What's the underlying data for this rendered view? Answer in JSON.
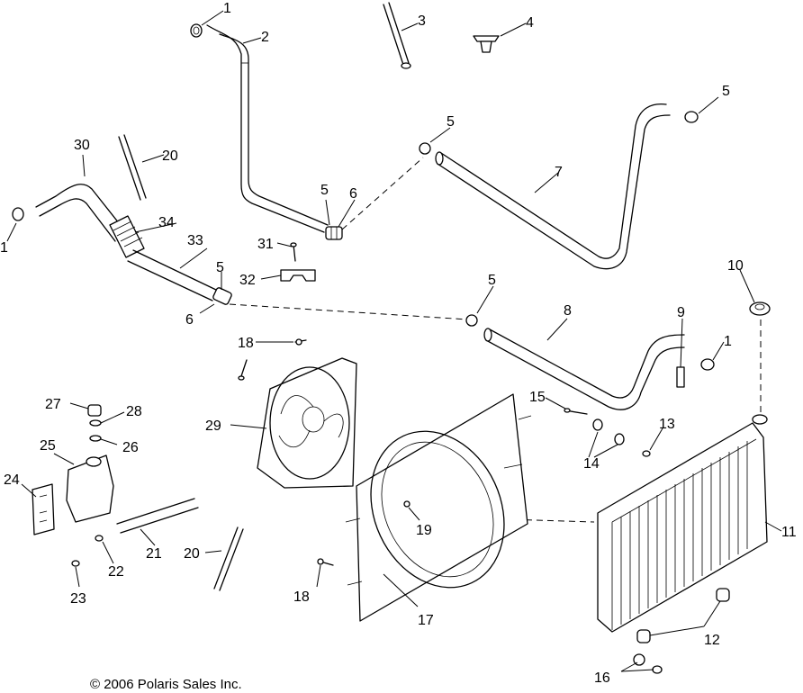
{
  "callouts": [
    {
      "id": "c1a",
      "text": "1"
    },
    {
      "id": "c1b",
      "text": "1"
    },
    {
      "id": "c1c",
      "text": "1"
    },
    {
      "id": "c2",
      "text": "2"
    },
    {
      "id": "c3",
      "text": "3"
    },
    {
      "id": "c4",
      "text": "4"
    },
    {
      "id": "c5a",
      "text": "5"
    },
    {
      "id": "c5b",
      "text": "5"
    },
    {
      "id": "c5c",
      "text": "5"
    },
    {
      "id": "c5d",
      "text": "5"
    },
    {
      "id": "c5e",
      "text": "5"
    },
    {
      "id": "c6a",
      "text": "6"
    },
    {
      "id": "c6b",
      "text": "6"
    },
    {
      "id": "c7",
      "text": "7"
    },
    {
      "id": "c8",
      "text": "8"
    },
    {
      "id": "c9",
      "text": "9"
    },
    {
      "id": "c10",
      "text": "10"
    },
    {
      "id": "c11",
      "text": "11"
    },
    {
      "id": "c12",
      "text": "12"
    },
    {
      "id": "c13",
      "text": "13"
    },
    {
      "id": "c14",
      "text": "14"
    },
    {
      "id": "c15",
      "text": "15"
    },
    {
      "id": "c16",
      "text": "16"
    },
    {
      "id": "c17",
      "text": "17"
    },
    {
      "id": "c18a",
      "text": "18"
    },
    {
      "id": "c18b",
      "text": "18"
    },
    {
      "id": "c19",
      "text": "19"
    },
    {
      "id": "c20a",
      "text": "20"
    },
    {
      "id": "c20b",
      "text": "20"
    },
    {
      "id": "c21",
      "text": "21"
    },
    {
      "id": "c22",
      "text": "22"
    },
    {
      "id": "c23",
      "text": "23"
    },
    {
      "id": "c24",
      "text": "24"
    },
    {
      "id": "c25",
      "text": "25"
    },
    {
      "id": "c26",
      "text": "26"
    },
    {
      "id": "c27",
      "text": "27"
    },
    {
      "id": "c28",
      "text": "28"
    },
    {
      "id": "c29",
      "text": "29"
    },
    {
      "id": "c30",
      "text": "30"
    },
    {
      "id": "c31",
      "text": "31"
    },
    {
      "id": "c32",
      "text": "32"
    },
    {
      "id": "c33",
      "text": "33"
    },
    {
      "id": "c34",
      "text": "34"
    }
  ],
  "copyright": "© 2006 Polaris Sales Inc."
}
